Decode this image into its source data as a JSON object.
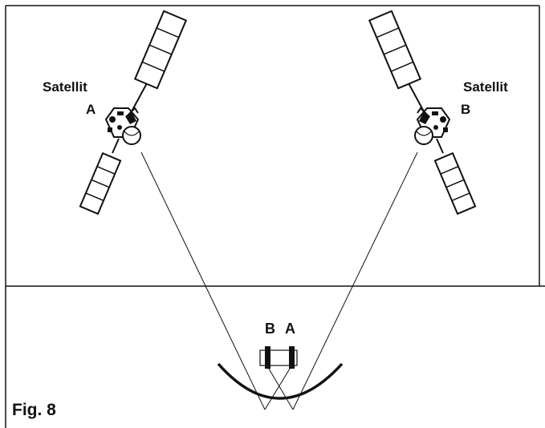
{
  "labels": {
    "satellite_a_word": "Satellit",
    "satellite_a_letter": "A",
    "satellite_b_word": "Satellit",
    "satellite_b_letter": "B",
    "lnb_b": "B",
    "lnb_a": "A",
    "figure": "Fig. 8"
  },
  "colors": {
    "stroke": "#111111",
    "background": "#ffffff"
  }
}
